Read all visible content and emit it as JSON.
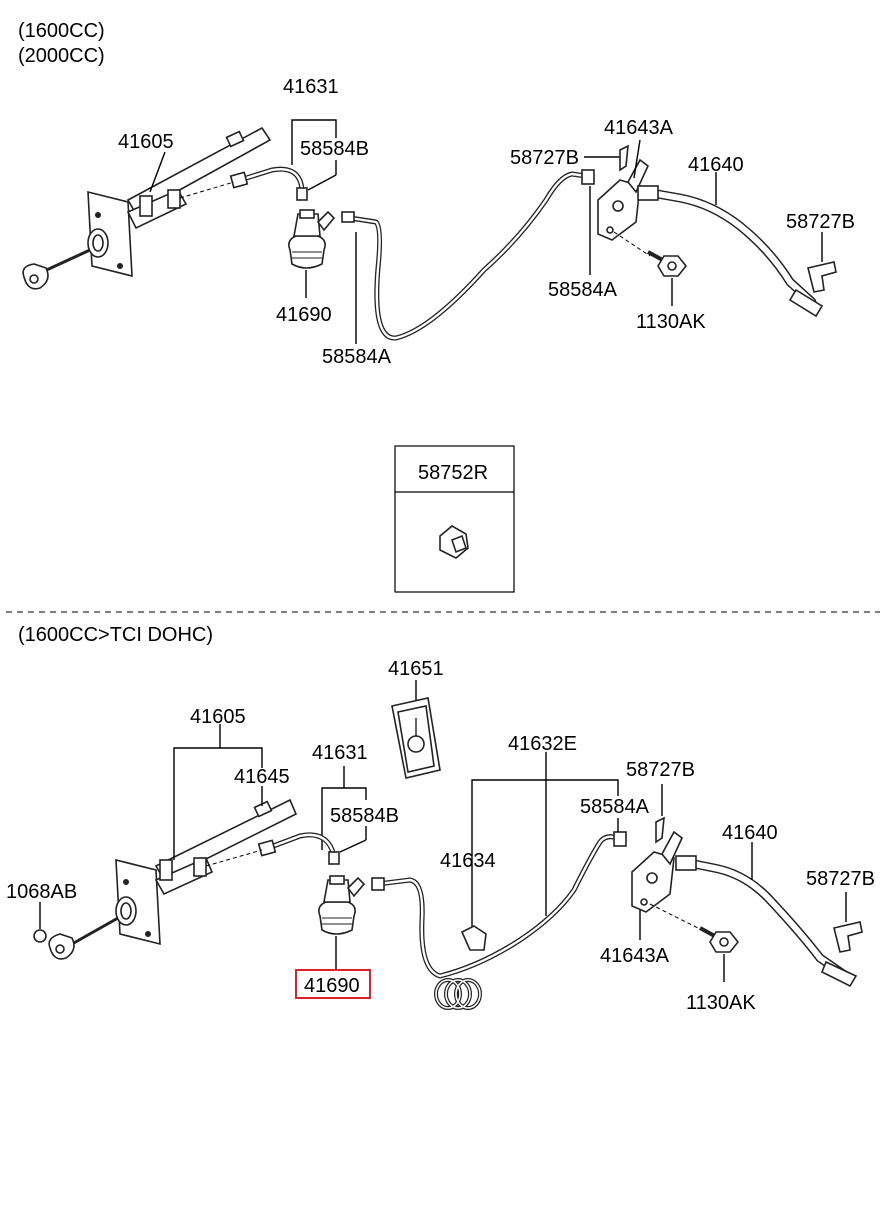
{
  "section_top": {
    "header_lines": [
      "(1600CC)",
      "(2000CC)"
    ],
    "labels": {
      "p41605": "41605",
      "p41631": "41631",
      "p58584B": "58584B",
      "p41690": "41690",
      "p58584A_left": "58584A",
      "p58727B_left": "58727B",
      "p41643A": "41643A",
      "p41640": "41640",
      "p58727B_right": "58727B",
      "p58584A_right": "58584A",
      "p1130AK": "1130AK"
    }
  },
  "inset": {
    "label": "58752R"
  },
  "section_bottom": {
    "header": "(1600CC>TCI DOHC)",
    "labels": {
      "p41651": "41651",
      "p41605": "41605",
      "p41645": "41645",
      "p41631": "41631",
      "p58584B": "58584B",
      "p1068AB": "1068AB",
      "p41690_highlighted": "41690",
      "p41632E": "41632E",
      "p41634": "41634",
      "p58584A": "58584A",
      "p58727B_left": "58727B",
      "p41640": "41640",
      "p58727B_right": "58727B",
      "p41643A": "41643A",
      "p1130AK": "1130AK"
    }
  },
  "colors": {
    "highlight": "#e0202a",
    "line": "#000000"
  }
}
